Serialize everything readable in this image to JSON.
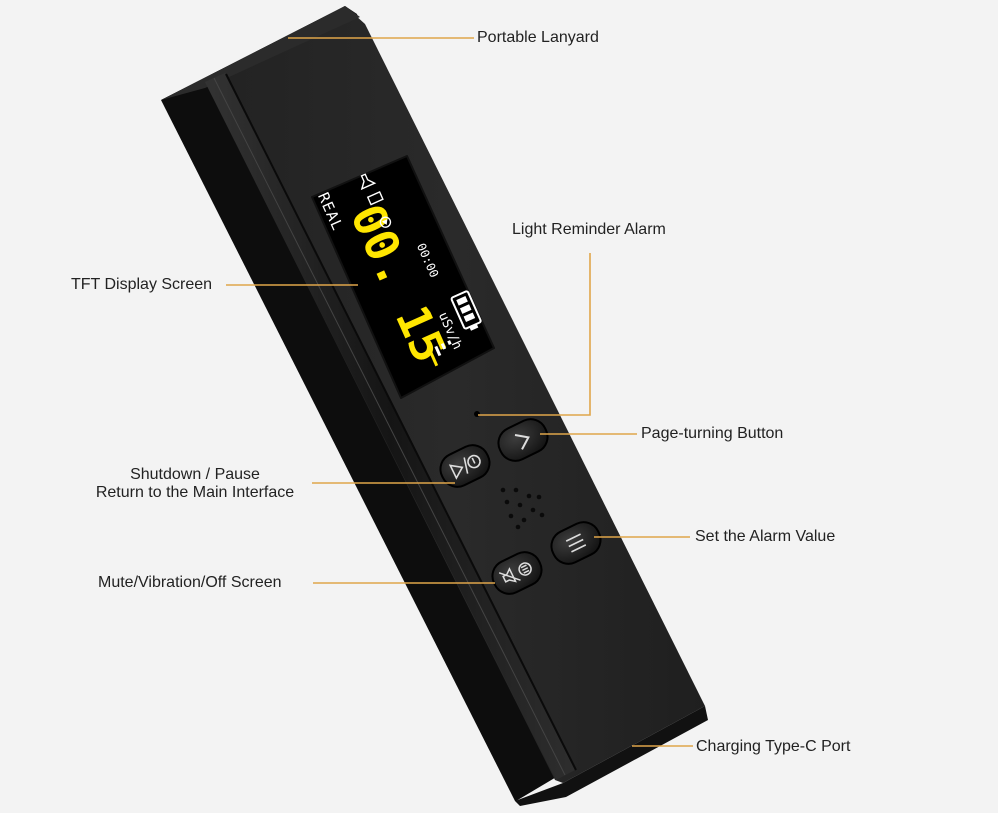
{
  "screen": {
    "mode": "REAL",
    "reading": "00. 15",
    "timer": "00:00",
    "unit": "uSv/h",
    "reading_color": "#ffe600",
    "text_color": "#ffffff"
  },
  "buttons": {
    "page_turn_icon": "chevron-right-icon",
    "shutdown_icon": "play-pause-power-icon",
    "alarm_set_icon": "menu-lines-icon",
    "mute_icon": "mute-vibrate-icon"
  },
  "callouts": {
    "portable_lanyard": "Portable Lanyard",
    "light_reminder_alarm": "Light Reminder Alarm",
    "tft_display_screen": "TFT Display Screen",
    "page_turning_button": "Page-turning Button",
    "shutdown_line1": "Shutdown / Pause",
    "shutdown_line2": "Return to the Main Interface",
    "set_alarm_value": "Set the Alarm Value",
    "mute_vibration": "Mute/Vibration/Off Screen",
    "charging_port": "Charging Type-C Port"
  },
  "colors": {
    "background": "#f3f3f3",
    "leader_line": "#e0a64a",
    "device_body": "#1b1b1b",
    "screen_bg": "#000000"
  }
}
